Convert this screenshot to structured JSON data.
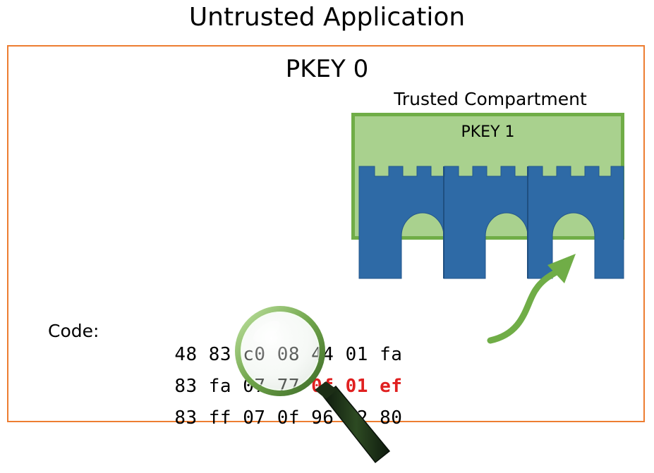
{
  "title": "Untrusted Application",
  "outer_label": "PKEY 0",
  "compartment": {
    "label": "Trusted Compartment",
    "pkey": "PKEY 1"
  },
  "code": {
    "label": "Code:",
    "lines": [
      {
        "normal": "48 83 c0 08 44 01 fa",
        "highlight": ""
      },
      {
        "normal": "83 fa 07 77 ",
        "highlight": "0f 01 ef"
      },
      {
        "normal": "83 ff 07 0f 96 c2 80",
        "highlight": ""
      }
    ]
  },
  "colors": {
    "outer_border": "#ED7D31",
    "compartment_fill": "#A9D18E",
    "compartment_border": "#70AD47",
    "castle": "#2E6AA6",
    "highlight_text": "#E02020",
    "arrow": "#70AD47"
  },
  "icons": [
    "castle-icon",
    "magnifying-glass-icon",
    "curved-arrow-icon"
  ]
}
